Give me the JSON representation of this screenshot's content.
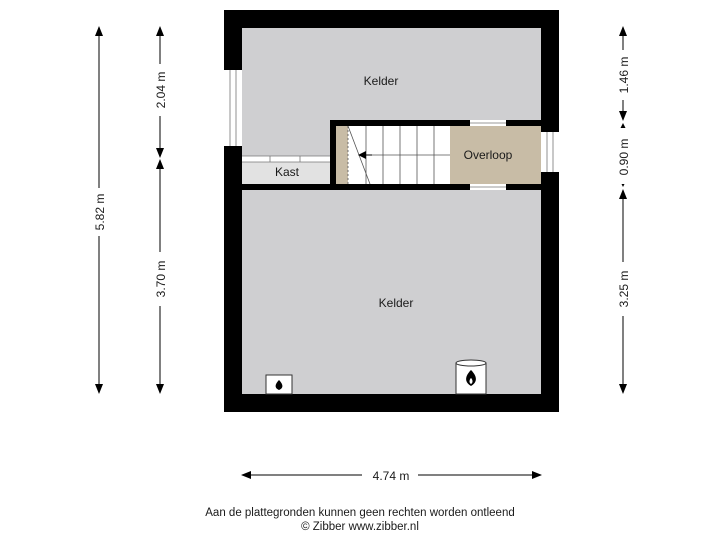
{
  "rooms": {
    "kelder_top": "Kelder",
    "kast": "Kast",
    "overloop": "Overloop",
    "kelder_bottom": "Kelder"
  },
  "dimensions": {
    "total_height": "5.82 m",
    "upper_left": "2.04 m",
    "lower_left": "3.70 m",
    "upper_right": "1.46 m",
    "middle_right": "0.90 m",
    "lower_right": "3.25 m",
    "width": "4.74 m"
  },
  "icons": {
    "stair_arrow": "arrow-left-icon",
    "boiler_left": "flame-icon",
    "boiler_right": "flame-icon"
  },
  "colors": {
    "wall": "#000000",
    "floor": "#cfcfd1",
    "stair_landing": "#c8bca6",
    "stair_steps": "#ffffff",
    "kast_floor": "#e2e2e2"
  },
  "footer": {
    "line1": "Aan de plattegronden kunnen geen rechten worden ontleend",
    "line2": "© Zibber www.zibber.nl"
  }
}
